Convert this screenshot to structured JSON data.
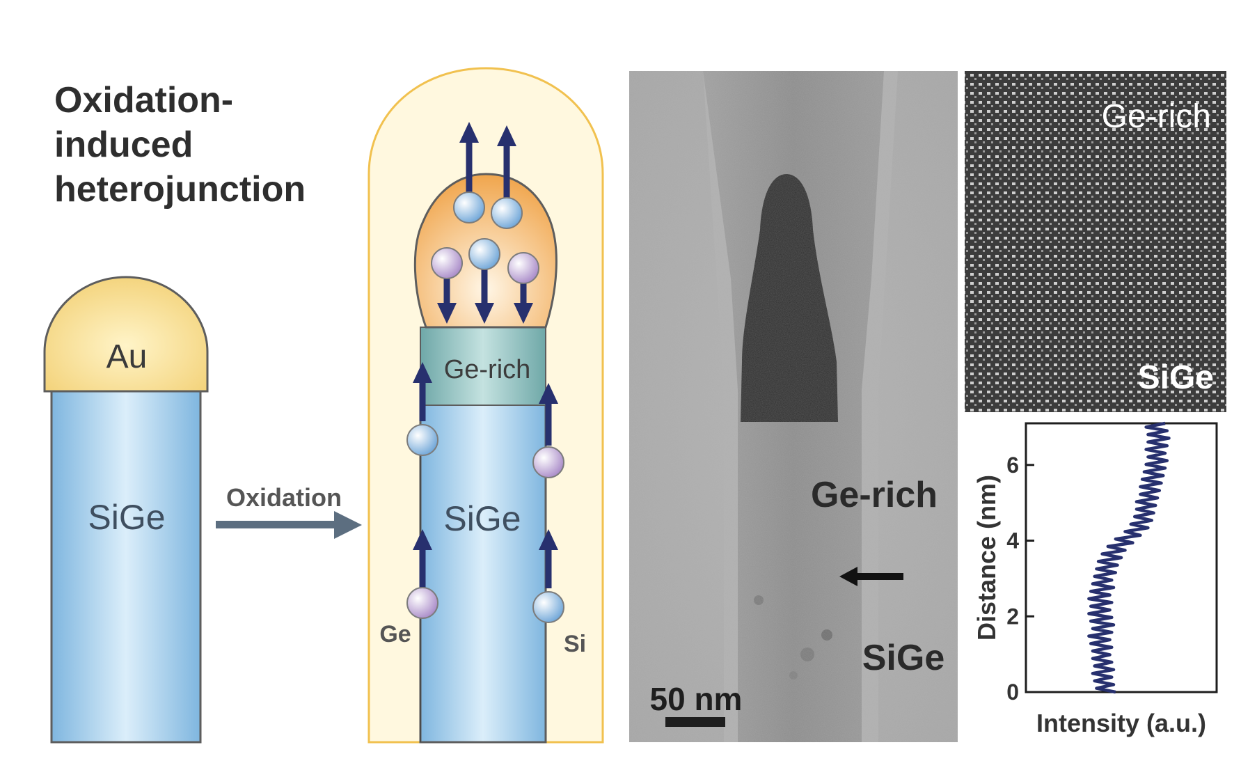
{
  "diagram": {
    "title_lines": [
      "Oxidation-",
      "induced",
      "heterojunction"
    ],
    "left_nanowire": {
      "cap_label": "Au",
      "body_label": "SiGe"
    },
    "process_arrow_label": "Oxidation",
    "right_nanowire": {
      "ge_rich_label": "Ge-rich",
      "body_label": "SiGe",
      "ge_atom_label": "Ge",
      "si_atom_label": "Si"
    }
  },
  "tem_image": {
    "ge_rich_label": "Ge-rich",
    "sige_label": "SiGe",
    "scale_bar_label": "50 nm"
  },
  "hrtem_inset": {
    "top_label": "Ge-rich",
    "bottom_label": "SiGe"
  },
  "chart_data": {
    "type": "line",
    "xlabel": "Intensity (a.u.)",
    "ylabel": "Distance (nm)",
    "ylim": [
      0,
      7.1
    ],
    "y_ticks": [
      0,
      2,
      4,
      6
    ],
    "x_ticks": [],
    "series": [
      {
        "values": [
          0.47,
          0.37,
          0.46,
          0.36,
          0.45,
          0.35,
          0.46,
          0.36,
          0.45,
          0.35,
          0.44,
          0.35,
          0.45,
          0.34,
          0.44,
          0.33,
          0.45,
          0.35,
          0.46,
          0.34,
          0.45,
          0.33,
          0.44,
          0.34,
          0.45,
          0.33,
          0.44,
          0.34,
          0.46,
          0.35,
          0.45,
          0.36,
          0.47,
          0.37,
          0.48,
          0.38,
          0.5,
          0.4,
          0.52,
          0.43,
          0.56,
          0.47,
          0.6,
          0.52,
          0.64,
          0.55,
          0.66,
          0.57,
          0.67,
          0.58,
          0.68,
          0.58,
          0.69,
          0.6,
          0.7,
          0.6,
          0.71,
          0.61,
          0.72,
          0.62,
          0.73,
          0.63,
          0.74,
          0.64,
          0.73,
          0.63,
          0.74,
          0.64,
          0.75,
          0.64,
          0.74,
          0.63,
          0.73
        ]
      }
    ]
  }
}
